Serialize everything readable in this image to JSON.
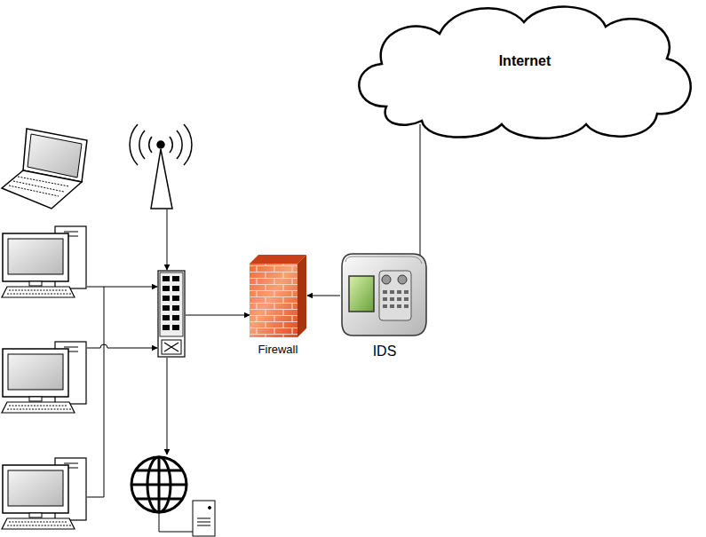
{
  "diagram": {
    "nodes": [
      {
        "text": [
          "Internet"
        ]
      },
      {
        "text": [
          "Firewall"
        ]
      },
      {
        "text": [
          "IDS"
        ]
      }
    ],
    "edges": [
      {
        "from": 0,
        "to": 2,
        "arrow": "none"
      },
      {
        "from": 2,
        "to": 1,
        "arrow": "to"
      }
    ]
  }
}
